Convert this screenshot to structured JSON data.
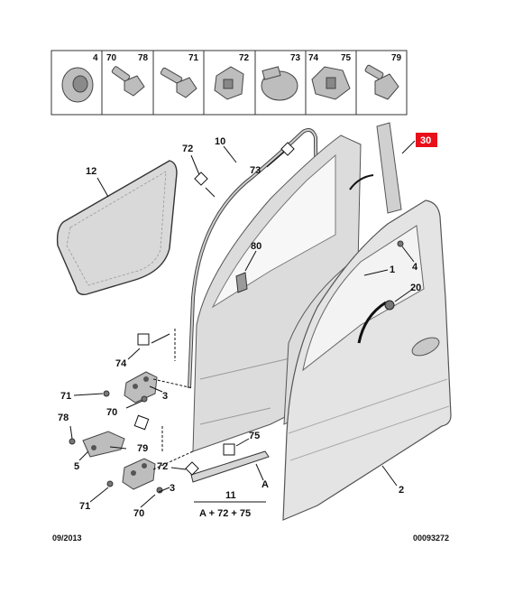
{
  "parts_strip": {
    "cells": [
      {
        "labels": [
          "4"
        ],
        "icon": "washer-icon"
      },
      {
        "labels": [
          "70",
          "78"
        ],
        "icon": "bolt-icon"
      },
      {
        "labels": [
          "71"
        ],
        "icon": "screw-icon"
      },
      {
        "labels": [
          "72"
        ],
        "icon": "clip-icon"
      },
      {
        "labels": [
          "73"
        ],
        "icon": "plug-icon"
      },
      {
        "labels": [
          "74",
          "75"
        ],
        "icon": "clip-icon"
      },
      {
        "labels": [
          "79"
        ],
        "icon": "bolt-icon"
      }
    ]
  },
  "callouts": {
    "c1": "1",
    "c2": "2",
    "c3a": "3",
    "c3b": "3",
    "c4": "4",
    "c5": "5",
    "c10": "10",
    "c11": "11",
    "c12": "12",
    "c20": "20",
    "c30": "30",
    "c70a": "70",
    "c70b": "70",
    "c71a": "71",
    "c71b": "71",
    "c72a": "72",
    "c72b": "72",
    "c73": "73",
    "c74": "74",
    "c75": "75",
    "c78": "78",
    "c79": "79",
    "c80": "80",
    "cA": "A",
    "formula": "A + 72 + 75"
  },
  "colors": {
    "highlight": "#e8101a"
  },
  "footer": {
    "date": "09/2013",
    "reference": "00093272"
  }
}
